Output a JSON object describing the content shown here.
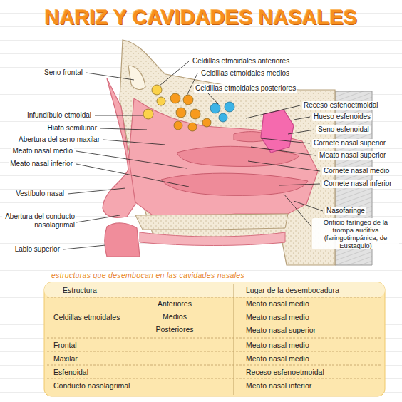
{
  "diagram": {
    "title": "NARIZ Y CAVIDADES NASALES",
    "labels": [
      "Seno frontal",
      "Infundíbulo etmoidal",
      "Hiato semilunar",
      "Abertura del seno maxilar",
      "Meato nasal medio",
      "Meato nasal inferior",
      "Vestíbulo nasal",
      "Abertura del conducto nasolagrimal",
      "Labio superior",
      "Celdillas etmoidales anteriores",
      "Celdillas etmoidales medios",
      "Celdillas etmoidales posteriores",
      "Receso esfenoetmoidal",
      "Hueso esfenoides",
      "Seno esfenoidal",
      "Cornete nasal superior",
      "Meato nasal superior",
      "Cornete nasal medio",
      "Cornete nasal inferior",
      "Nasofaringe",
      "Orificio faríngeo de la trompa auditiva (faringotimpánica, de Eustaquio)",
      "estructuras que desembocan en las cavidades nasales",
      "Estructura",
      "Lugar de la desembocadura",
      "Anteriores",
      "Meato nasal medio",
      "Celdillas etmoidales",
      "Medios",
      "Meato nasal medio",
      "Posteriores",
      "Meato nasal superior",
      "Frontal",
      "Meato nasal medio",
      "Maxilar",
      "Meato nasal medio",
      "Esfenoidal",
      "Receso esfenoetmoidal",
      "Conducto nasolagrimal",
      "Meato nasal inferior"
    ]
  }
}
